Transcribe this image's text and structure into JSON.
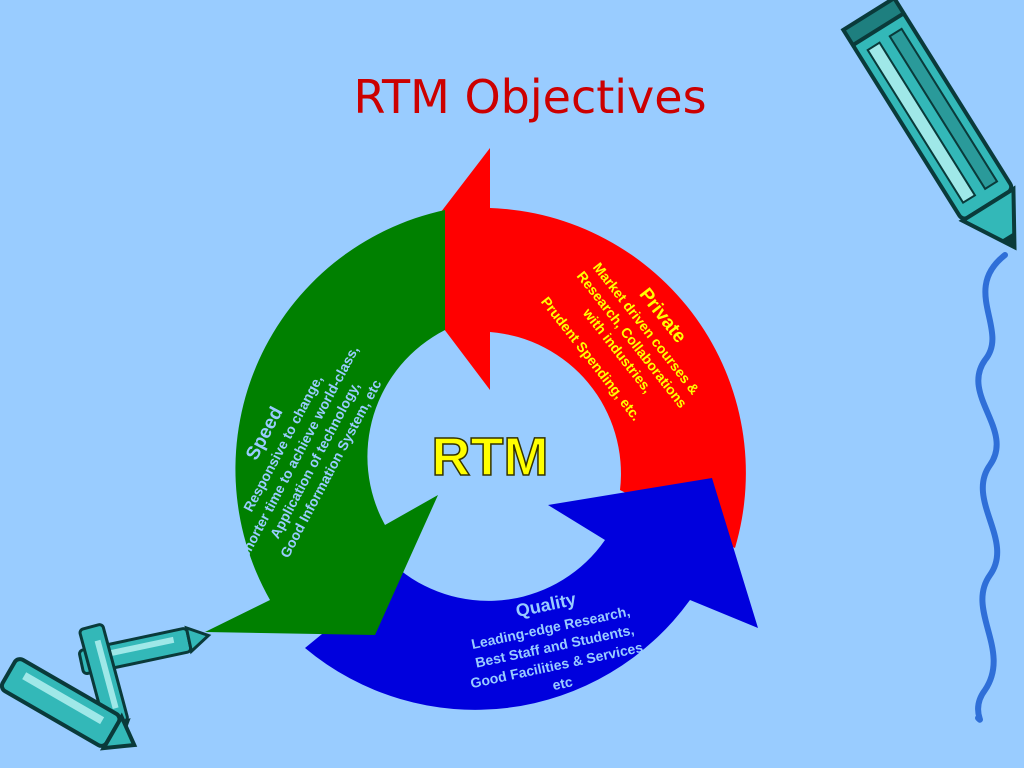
{
  "slide": {
    "title": "RTM Objectives",
    "center_label": "RTM"
  },
  "segments": {
    "private": {
      "color": "#ff0000",
      "heading": "Private",
      "lines": [
        "Market driven courses &",
        "Research, Collaborations",
        "with industries,",
        "Prudent Spending, etc."
      ]
    },
    "quality": {
      "color": "#0000dd",
      "heading": "Quality",
      "lines": [
        "Leading-edge Research,",
        "Best Staff and Students,",
        "Good Facilities & Services,",
        "etc"
      ]
    },
    "speed": {
      "color": "#008000",
      "heading": "Speed",
      "lines": [
        "Responsive to change,",
        "shorter time to achieve world-class,",
        "Application of technology,",
        "Good Information System, etc"
      ]
    }
  },
  "colors": {
    "background": "#99ccff",
    "title": "#cc0000",
    "center_text": "#ffff00",
    "segment_text": "#ffff00",
    "quality_text": "#99ccff",
    "speed_text": "#99ccff",
    "clipart_teal": "#33aaaa",
    "squiggle": "#2f6fd8"
  },
  "decorations": [
    "pencil-clipart",
    "crayons-clipart",
    "squiggle-line"
  ]
}
